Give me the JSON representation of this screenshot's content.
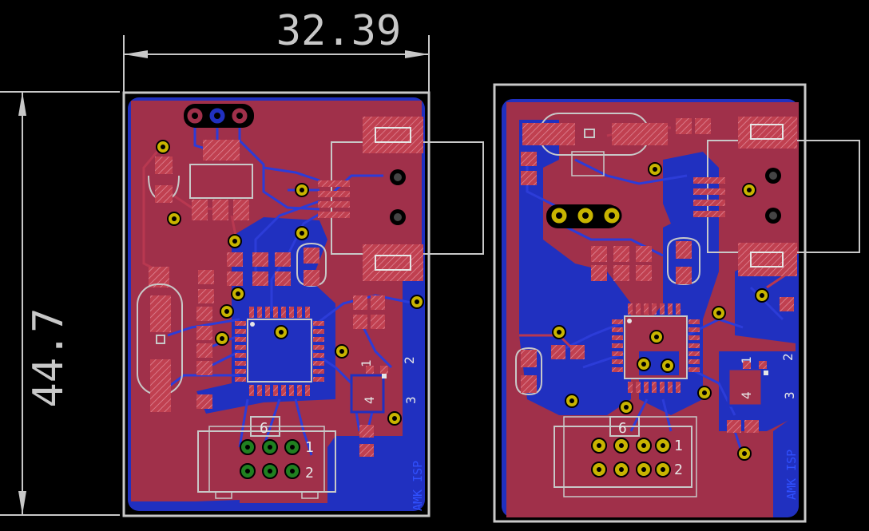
{
  "dimensions": {
    "width_label": "32.39",
    "height_label": "44.7"
  },
  "boards": [
    {
      "name": "left",
      "connector_label": "6",
      "pin_labels": {
        "row1": "1",
        "row2": "2"
      },
      "ic_pins": {
        "p1": "1",
        "p2": "2",
        "p3": "3",
        "p4": "4"
      },
      "board_label": "AMK ISP"
    },
    {
      "name": "right",
      "connector_label": "6",
      "pin_labels": {
        "row1": "1",
        "row2": "2"
      },
      "ic_pins": {
        "p1": "1",
        "p2": "2",
        "p3": "3",
        "p4": "4"
      },
      "board_label": "AMK ISP"
    }
  ],
  "colors": {
    "background": "#000000",
    "copper_top": "#a0304a",
    "copper_bottom": "#2030c0",
    "pad": "#c04050",
    "via": "#c8b400",
    "outline": "#c8c8c8",
    "silk": "#e6e6e6",
    "isp_pin": "#208020"
  }
}
